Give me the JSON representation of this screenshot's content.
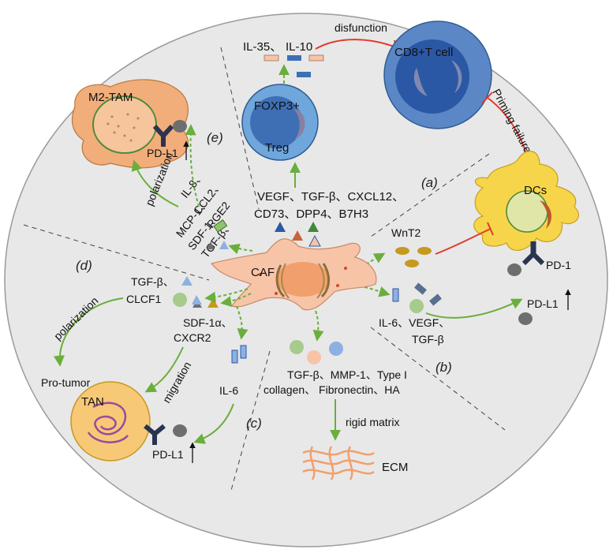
{
  "center": {
    "label": "CAF"
  },
  "sections": {
    "a": "(a)",
    "b": "(b)",
    "c": "(c)",
    "d": "(d)",
    "e": "(e)"
  },
  "cd8": {
    "label": "CD8+T cell"
  },
  "treg": {
    "label_top": "FOXP3+",
    "label_bottom": "Treg"
  },
  "treg_factors": {
    "il35": "IL-35、",
    "il10": "IL-10"
  },
  "dysfunction": "disfunction",
  "priming_failure": "Priming failure",
  "dcs": {
    "label": "DCs",
    "pd1": "PD-1",
    "pdl1": "PD-L1"
  },
  "wnt": "WnT2",
  "factors_a": {
    "line1": "VEGF、TGF-β、CXCL12、",
    "line2": "CD73、DPP4、B7H3"
  },
  "factors_b": {
    "line1": "IL-6、VEGF、",
    "line2": "TGF-β"
  },
  "ecm_factors": {
    "line1": "TGF-β、MMP-1、Type I",
    "line2": "collagen、 Fibronectin、HA"
  },
  "rigid_matrix": "rigid matrix",
  "ecm": "ECM",
  "tam": {
    "label": "M2-TAM",
    "pdl1": "PD-L1"
  },
  "polarization_e": "polarization",
  "factors_e": {
    "il8": "IL-8、",
    "ccl2": "CCL2、",
    "mcp1": "MCP-1、",
    "sdf1": "SDF-1、",
    "pge2": "PGE2",
    "tgfb": "TGF-β、"
  },
  "factors_d": {
    "line1": "TGF-β、",
    "line2": "CLCF1"
  },
  "polarization_d": "polarization",
  "pro_tumor": "Pro-tumor",
  "tan": {
    "label": "TAN",
    "pdl1": "PD-L1"
  },
  "factors_c": {
    "line1": "SDF-1α、",
    "line2": "CXCR2",
    "il6": "IL-6"
  },
  "migration": "migration",
  "colors": {
    "background": "#e8e8e8",
    "green_arrow": "#6aae3c",
    "red_inhibit": "#e03b2e",
    "caf": "#f7c4a8",
    "tam": "#f2ae7a",
    "dc": "#f7d54a",
    "cd8": "#5b87c7",
    "treg": "#6fa6dc",
    "tan": "#f7c876"
  }
}
